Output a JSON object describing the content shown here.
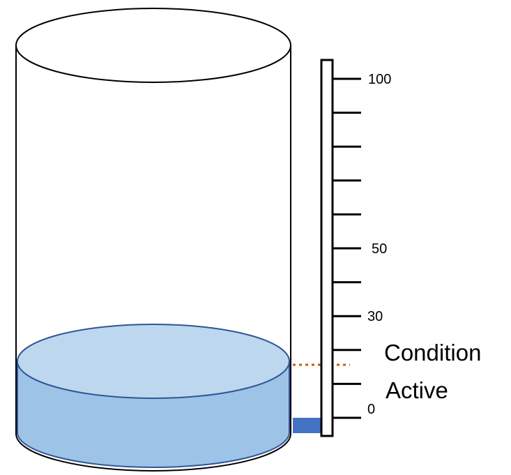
{
  "gauge": {
    "min": 0,
    "max": 100,
    "level_percent": 18,
    "threshold_percent": 18,
    "tick_count": 10,
    "tick_labels": [
      {
        "value": 100,
        "text": "100"
      },
      {
        "value": 50,
        "text": "50"
      },
      {
        "value": 30,
        "text": "30"
      },
      {
        "value": 0,
        "text": "0"
      }
    ]
  },
  "status": {
    "line1": "Condition",
    "line2": "Active"
  },
  "colors": {
    "liquid_body": "#9dc3e6",
    "liquid_top": "#bdd7ee",
    "liquid_edge": "#2f5597",
    "threshold_line": "#c55a11",
    "level_bar": "#4472c4",
    "outline": "#000000"
  }
}
